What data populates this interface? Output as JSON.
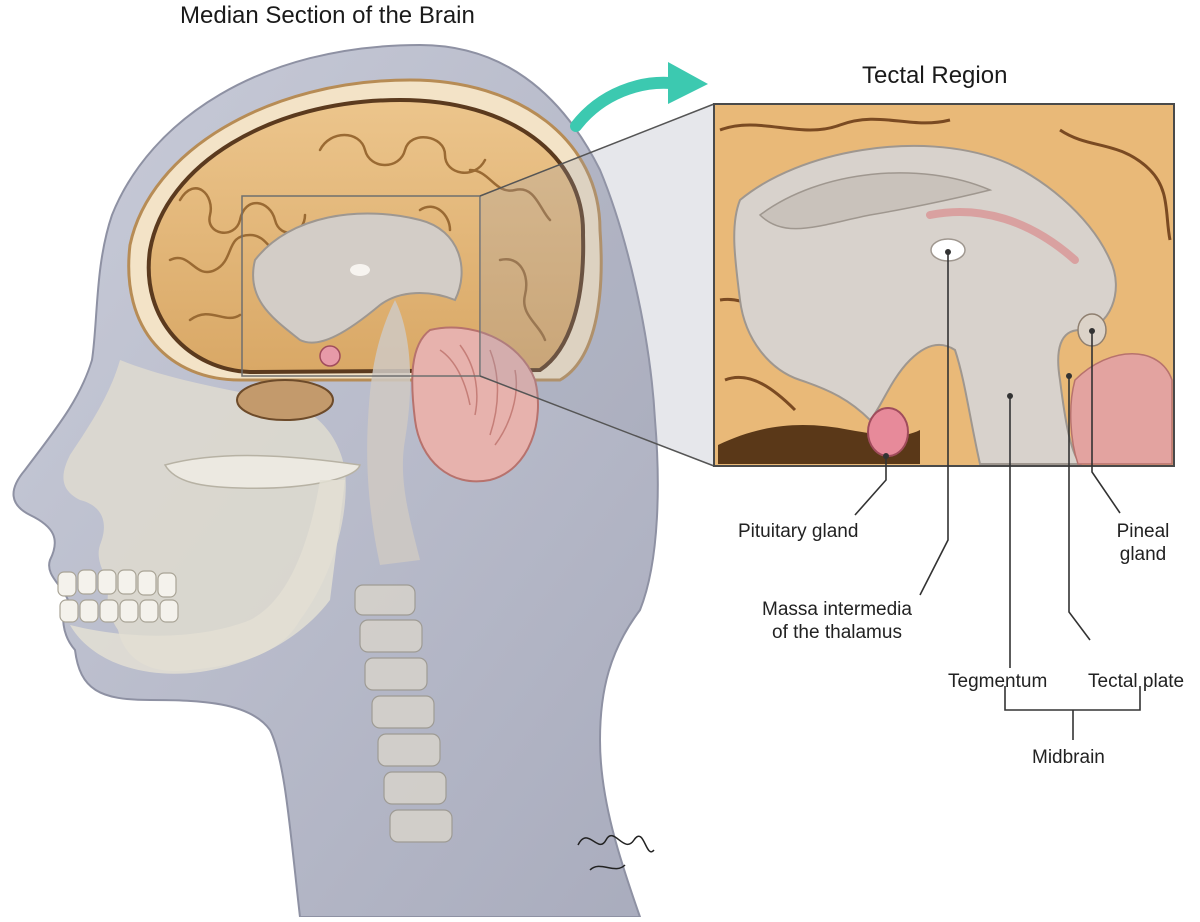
{
  "titles": {
    "main": "Median Section of the Brain",
    "inset": "Tectal Region"
  },
  "labels": {
    "pituitary": "Pituitary gland",
    "massa_line1": "Massa intermedia",
    "massa_line2": "of the thalamus",
    "pineal_line1": "Pineal",
    "pineal_line2": "gland",
    "tegmentum": "Tegmentum",
    "tectal_plate": "Tectal plate",
    "midbrain": "Midbrain"
  },
  "colors": {
    "head": "#b9bccb",
    "cortex": "#e6b97a",
    "thalamus": "#c8c2bd",
    "cerebellum": "#e4a7a3",
    "arrow": "#3cc9b0",
    "leader": "#333333"
  }
}
